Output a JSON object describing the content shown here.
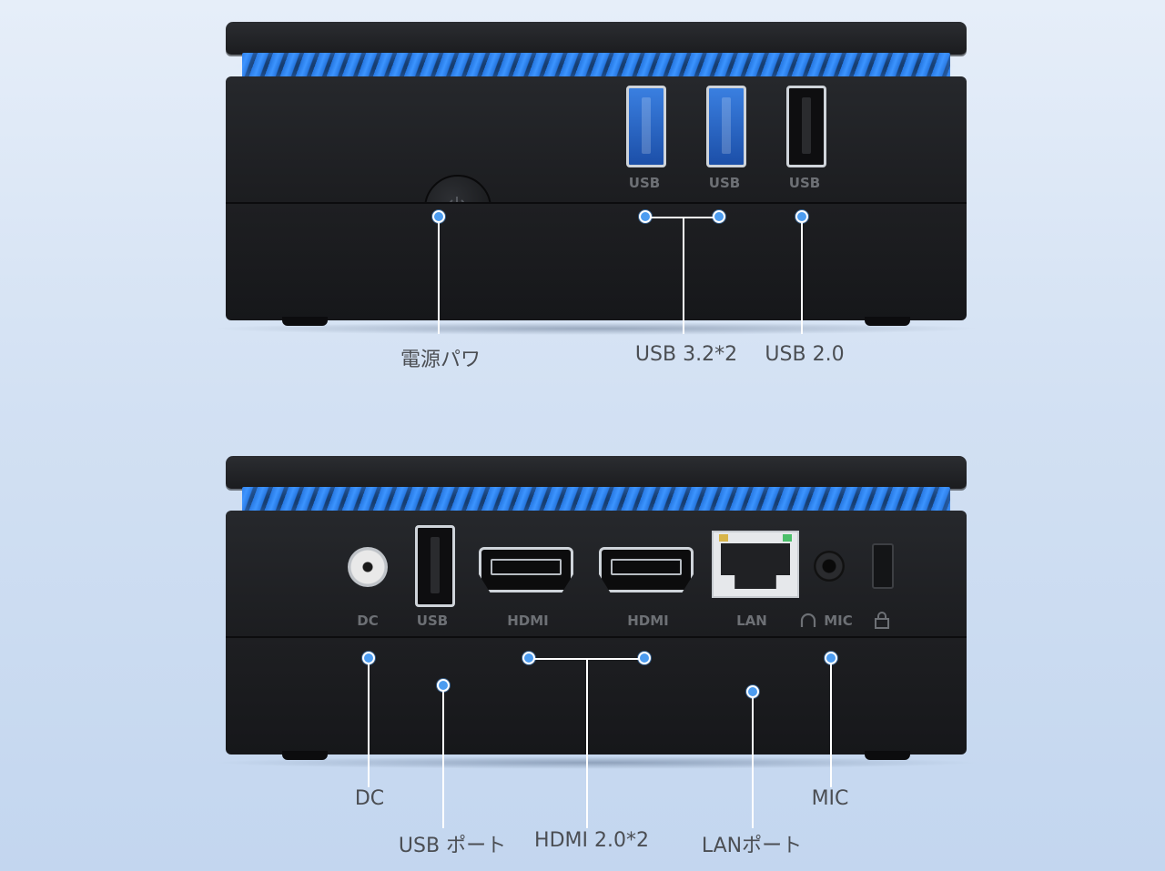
{
  "front": {
    "port_labels": {
      "usb_a": "USB",
      "usb_b": "USB",
      "usb_c": "USB"
    },
    "callouts": {
      "power": "電源パワ",
      "usb32": "USB 3.2*2",
      "usb20": "USB 2.0"
    }
  },
  "back": {
    "port_labels": {
      "dc": "DC",
      "usb": "USB",
      "hdmi_a": "HDMI",
      "hdmi_b": "HDMI",
      "lan": "LAN",
      "mic": "MIC"
    },
    "callouts": {
      "dc": "DC",
      "usb": "USB ポート",
      "hdmi": "HDMI 2.0*2",
      "lan": "LANポート",
      "mic": "MIC"
    }
  },
  "colors": {
    "background": "#d3e1f3",
    "callout_dot": "#4c9cf0",
    "usb3_blue": "#2f6bd0",
    "fin_glow": "#3b95ff"
  },
  "icons": [
    "power-icon",
    "headphone-icon",
    "lock-icon"
  ]
}
